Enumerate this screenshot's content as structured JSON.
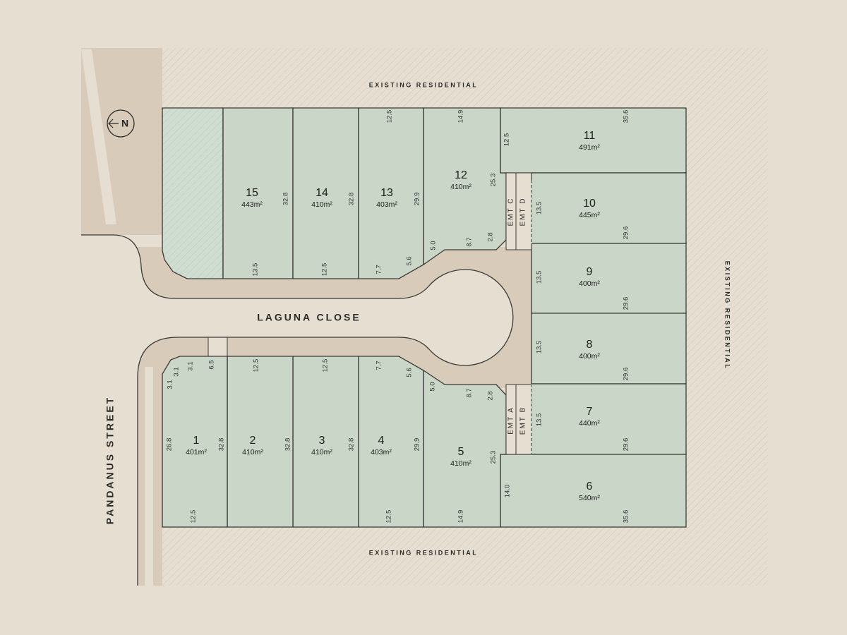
{
  "map": {
    "street_names": {
      "laguna": "LAGUNA CLOSE",
      "pandanus": "PANDANUS STREET"
    },
    "neighbours": {
      "top": "EXISTING RESIDENTIAL",
      "bottom": "EXISTING RESIDENTIAL",
      "right": "EXISTING RESIDENTIAL"
    },
    "north": "N",
    "easements": [
      "EMT C",
      "EMT D",
      "EMT A",
      "EMT B"
    ],
    "lots": [
      {
        "number": "1",
        "area": "401m²"
      },
      {
        "number": "2",
        "area": "410m²"
      },
      {
        "number": "3",
        "area": "410m²"
      },
      {
        "number": "4",
        "area": "403m²"
      },
      {
        "number": "5",
        "area": "410m²"
      },
      {
        "number": "6",
        "area": "540m²"
      },
      {
        "number": "7",
        "area": "440m²"
      },
      {
        "number": "8",
        "area": "400m²"
      },
      {
        "number": "9",
        "area": "400m²"
      },
      {
        "number": "10",
        "area": "445m²"
      },
      {
        "number": "11",
        "area": "491m²"
      },
      {
        "number": "12",
        "area": "410m²"
      },
      {
        "number": "13",
        "area": "403m²"
      },
      {
        "number": "14",
        "area": "410m²"
      },
      {
        "number": "15",
        "area": "443m²"
      }
    ],
    "dimensions": [
      "12.5",
      "14.9",
      "12.5",
      "35.6",
      "32.8",
      "32.8",
      "29.9",
      "25.3",
      "13.5",
      "12.5",
      "7.7",
      "5.6",
      "5.0",
      "8.7",
      "2.8",
      "13.5",
      "29.6",
      "13.5",
      "29.6",
      "13.5",
      "29.6",
      "13.5",
      "29.6",
      "14.0",
      "35.6",
      "3.1",
      "3.1",
      "3.1",
      "6.5",
      "12.5",
      "12.5",
      "7.7",
      "5.6",
      "5.0",
      "8.7",
      "2.8",
      "26.8",
      "32.8",
      "32.8",
      "32.8",
      "29.9",
      "25.3",
      "12.5",
      "12.5",
      "14.9"
    ],
    "colors": {
      "background": "#e6ded1",
      "lot": "#c9d6c8",
      "road_reserve": "#d8cbb9",
      "line": "#3a3a36"
    }
  }
}
